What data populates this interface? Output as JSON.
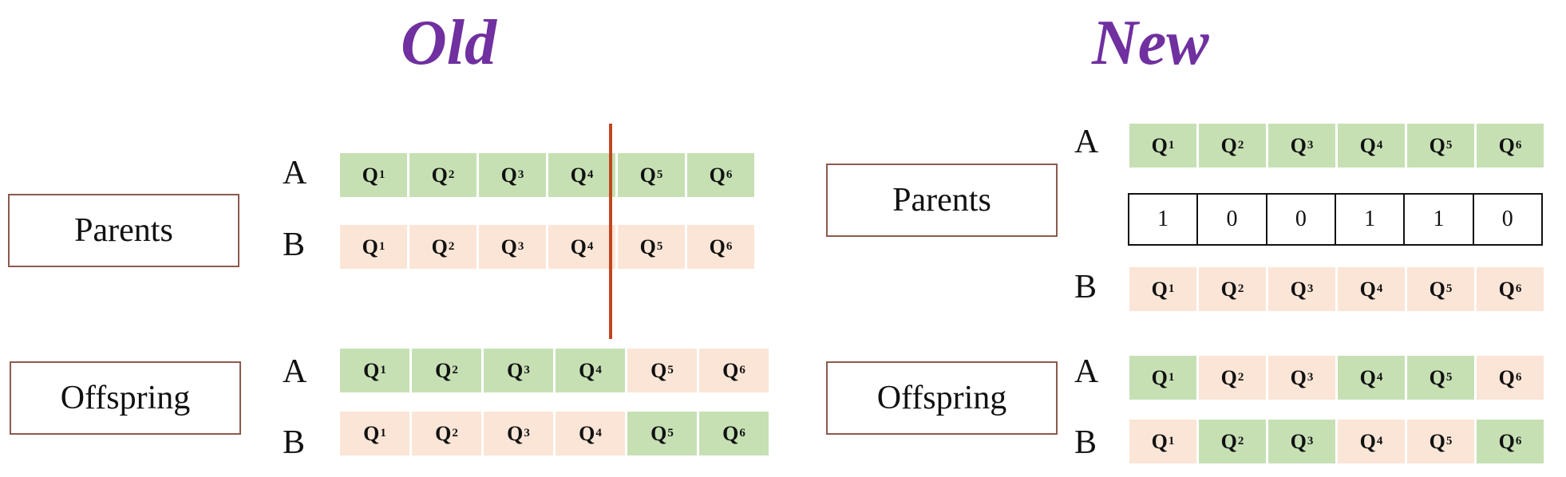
{
  "titles": {
    "old": "Old",
    "new": "New"
  },
  "labels": {
    "parents": "Parents",
    "offspring": "Offspring",
    "a": "A",
    "b": "B"
  },
  "colors": {
    "gene_from_a": "#c6e0b4",
    "gene_from_b": "#fbe5d6",
    "title": "#7030a0",
    "cut_line": "#c0461e"
  },
  "genes": [
    "1",
    "2",
    "3",
    "4",
    "5",
    "6"
  ],
  "old": {
    "parent_a": [
      "A",
      "A",
      "A",
      "A",
      "A",
      "A"
    ],
    "parent_b": [
      "B",
      "B",
      "B",
      "B",
      "B",
      "B"
    ],
    "offspring_a": [
      "A",
      "A",
      "A",
      "A",
      "B",
      "B"
    ],
    "offspring_b": [
      "B",
      "B",
      "B",
      "B",
      "A",
      "A"
    ]
  },
  "new": {
    "parent_a": [
      "A",
      "A",
      "A",
      "A",
      "A",
      "A"
    ],
    "mask": [
      "1",
      "0",
      "0",
      "1",
      "1",
      "0"
    ],
    "parent_b": [
      "B",
      "B",
      "B",
      "B",
      "B",
      "B"
    ],
    "offspring_a": [
      "A",
      "B",
      "B",
      "A",
      "A",
      "B"
    ],
    "offspring_b": [
      "B",
      "A",
      "A",
      "B",
      "B",
      "A"
    ]
  }
}
